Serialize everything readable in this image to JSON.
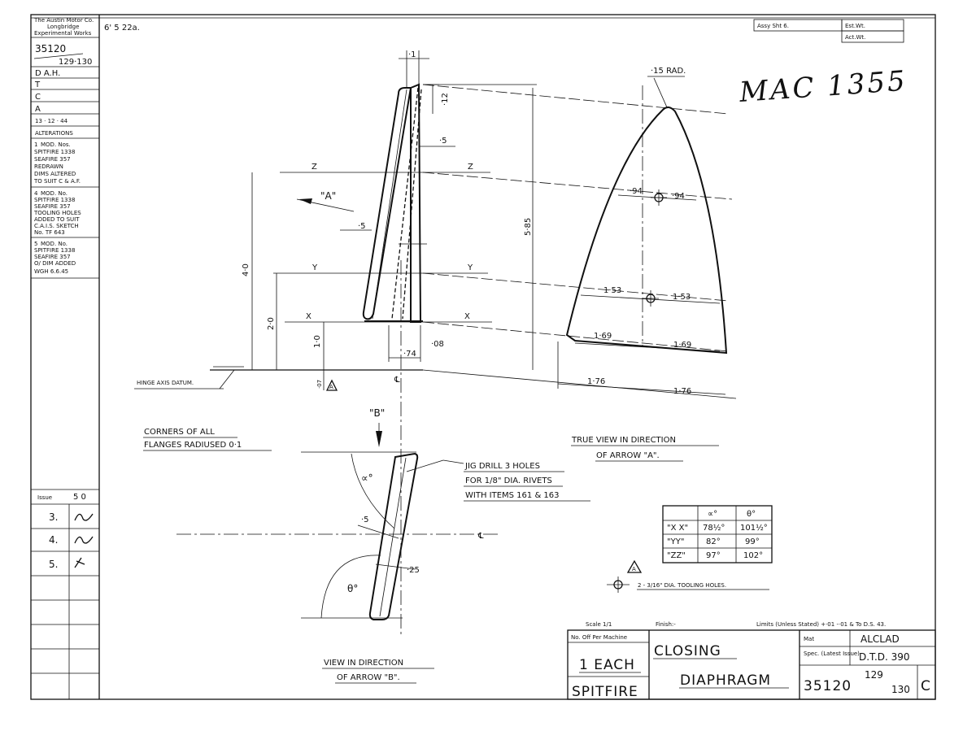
{
  "sheet": {
    "sheet_ref": "6'  5  22a.",
    "assy_sheet": "Assy  Sht 6.",
    "est_wt": "Est.Wt.",
    "act_wt": "Act.Wt.",
    "handwritten_ref": "MAC 1355"
  },
  "left_strip": {
    "company": [
      "The Austin Motor Co.",
      "Longbridge",
      "Experimental Works"
    ],
    "drawing_no": "35120",
    "drawing_sub": "129·130",
    "rows": [
      "D  A.H.",
      "T",
      "C",
      "A",
      "13 · 12 · 44"
    ],
    "alterations_title": "ALTERATIONS",
    "alteration_1": [
      "MOD. Nos.",
      "SPITFIRE 1338",
      "SEAFIRE 357",
      "REDRAWN",
      "DIMS ALTERED",
      "TO SUIT C & A.F."
    ],
    "alteration_2": [
      "MOD. No.",
      "SPITFIRE 1338",
      "SEAFIRE 357",
      "TOOLING HOLES",
      "ADDED TO SUIT",
      "C.A.I.S. SKETCH",
      "No. TF 643"
    ],
    "alteration_3": [
      "MOD. No.",
      "SPITFIRE 1338",
      "SEAFIRE 357",
      "O/ DIM ADDED",
      "WGH  6.6.45"
    ],
    "issue_label": "Issue",
    "issue_no": "5 0",
    "issues": [
      "3.",
      "4.",
      "5."
    ]
  },
  "elevation": {
    "z_label": "Z",
    "y_label": "Y",
    "x_label": "X",
    "arrow_a": "\"A\"",
    "arrow_b": "\"B\"",
    "dim_4_0": "4·0",
    "dim_2_0": "2·0",
    "dim_1_0": "1·0",
    "dim_5_85": "5·85",
    "dim_top_1": "·1",
    "dim_12": "·12",
    "dim_5a": "·5",
    "dim_5b": "·5",
    "dim_74": "·74",
    "dim_08": "·08",
    "dim_07": "·07",
    "datum_label": "HINGE AXIS DATUM.",
    "cl": "℄",
    "tool_mark": "A"
  },
  "notes": {
    "corners_line1": "CORNERS OF ALL",
    "corners_line2": "FLANGES RADIUSED 0·1",
    "jig_line1": "JIG DRILL 3 HOLES",
    "jig_line2": "FOR 1/8\" DIA. RIVETS",
    "jig_line3": "WITH ITEMS 161 & 163",
    "true_view_line1": "TRUE VIEW IN DIRECTION",
    "true_view_line2": "OF ARROW \"A\".",
    "view_b_line1": "VIEW IN DIRECTION",
    "view_b_line2": "OF ARROW \"B\".",
    "tooling_note": "2 - 3/16\" DIA. TOOLING HOLES.",
    "tooling_mark": "A"
  },
  "true_view": {
    "radius": "·15 RAD.",
    "d94_left": "·94",
    "d94_right": "·94",
    "d153_left": "1·53",
    "d153_right": "1·53",
    "d169_left": "1·69",
    "d169_right": "1·69",
    "d176_left": "1·76",
    "d176_right": "1·76"
  },
  "view_b": {
    "alpha": "∝°",
    "theta": "θ°",
    "dim_5": "·5",
    "dim_25": "·25"
  },
  "angle_table": {
    "headers": [
      "",
      "∝°",
      "θ°"
    ],
    "rows": [
      [
        "\"X X\"",
        "78½°",
        "101½°"
      ],
      [
        "\"YY\"",
        "82°",
        "99°"
      ],
      [
        "\"ZZ\"",
        "97°",
        "102°"
      ]
    ]
  },
  "title_block": {
    "scale": "Scale 1/1",
    "finish": "Finish:-",
    "limits": "Limits (Unless Stated) +·01 -·01 & To D.S. 43.",
    "no_off": "No. Off Per Machine",
    "each": "1 EACH",
    "aircraft": "SPITFIRE",
    "title1": "CLOSING",
    "title2": "DIAPHRAGM",
    "mat_label": "Mat",
    "mat_value": "ALCLAD",
    "spec_label": "Spec. (Latest Issue)",
    "spec_value": "D.T.D. 390",
    "part_no": "35120",
    "part_sup": "129",
    "part_sub": "130",
    "part_suffix": "C"
  }
}
